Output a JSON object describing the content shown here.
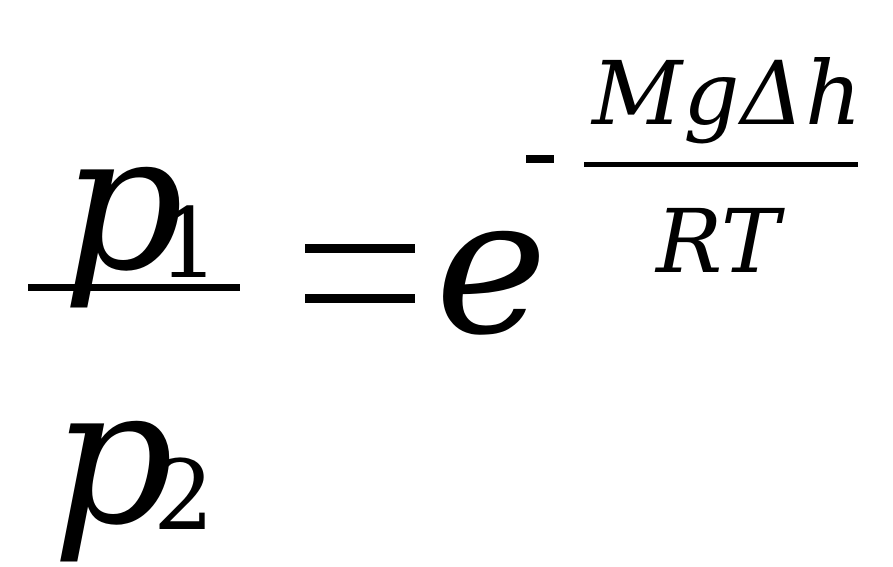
{
  "formula": {
    "lhs": {
      "numerator": {
        "symbol": "p",
        "subscript": "1"
      },
      "denominator": {
        "symbol": "p",
        "subscript": "2"
      }
    },
    "equals": "=",
    "rhs": {
      "base": "e",
      "exponent": {
        "sign": "-",
        "numerator": "MgΔh",
        "denominator": "RT"
      }
    }
  },
  "colors": {
    "ink": "#000000",
    "background": "#ffffff"
  }
}
